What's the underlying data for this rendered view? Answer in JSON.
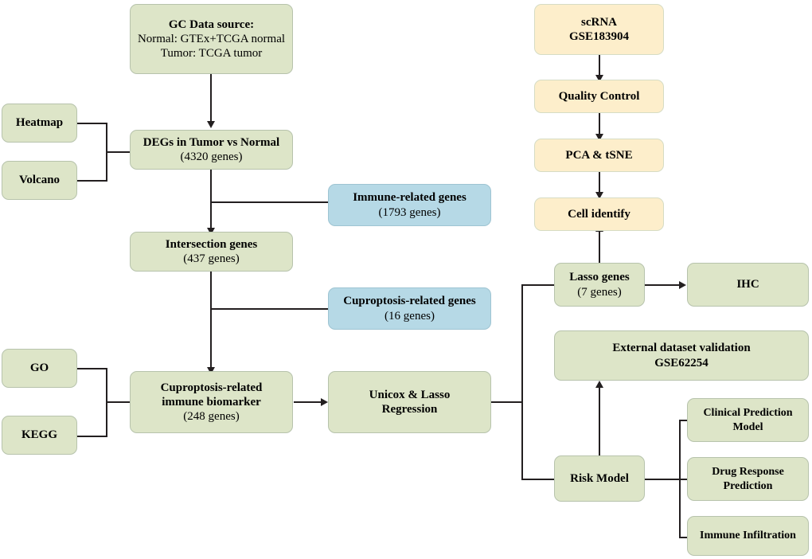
{
  "diagram": {
    "title": "Gastric cancer cuproptosis-related immune biomarker study workflow",
    "colors": {
      "green_fill": "#dde5c8",
      "blue_fill": "#b6d9e6",
      "cream_fill": "#fdeecb",
      "line": "#231f20",
      "background": "#ffffff"
    }
  },
  "nodes": {
    "gc_data_source": {
      "line1": "GC Data source:",
      "line2": "Normal: GTEx+TCGA normal",
      "line3": "Tumor: TCGA tumor",
      "color": "green"
    },
    "heatmap": {
      "line1": "Heatmap",
      "color": "green"
    },
    "volcano": {
      "line1": "Volcano",
      "color": "green"
    },
    "degs": {
      "line1": "DEGs in Tumor vs Normal",
      "line2": "(4320 genes)",
      "color": "green"
    },
    "immune_related_genes": {
      "line1": "Immune-related genes",
      "line2": "(1793 genes)",
      "color": "blue"
    },
    "intersection_genes": {
      "line1": "Intersection genes",
      "line2": "(437 genes)",
      "color": "green"
    },
    "cuproptosis_related_genes": {
      "line1": "Cuproptosis-related genes",
      "line2": "(16 genes)",
      "color": "blue"
    },
    "go": {
      "line1": "GO",
      "color": "green"
    },
    "kegg": {
      "line1": "KEGG",
      "color": "green"
    },
    "cuproptosis_immune_biomarker": {
      "line1": "Cuproptosis-related",
      "line2": "immune biomarker",
      "line3": "(248 genes)",
      "color": "green"
    },
    "unicox_lasso": {
      "line1": "Unicox & Lasso",
      "line2": "Regression",
      "color": "green"
    },
    "scrna": {
      "line1": "scRNA",
      "line2": "GSE183904",
      "color": "cream"
    },
    "quality_control": {
      "line1": "Quality Control",
      "color": "cream"
    },
    "pca_tsne": {
      "line1": "PCA & tSNE",
      "color": "cream"
    },
    "cell_identify": {
      "line1": "Cell identify",
      "color": "cream"
    },
    "lasso_genes": {
      "line1": "Lasso genes",
      "line2": "(7 genes)",
      "color": "green"
    },
    "ihc": {
      "line1": "IHC",
      "color": "green"
    },
    "external_validation": {
      "line1": "External dataset validation",
      "line2": "GSE62254",
      "color": "green"
    },
    "risk_model": {
      "line1": "Risk Model",
      "color": "green"
    },
    "clinical_prediction_model": {
      "line1": "Clinical Prediction",
      "line2": "Model",
      "color": "green"
    },
    "drug_response_prediction": {
      "line1": "Drug Response",
      "line2": "Prediction",
      "color": "green"
    },
    "immune_infiltration": {
      "line1": "Immune Infiltration",
      "color": "green"
    }
  }
}
